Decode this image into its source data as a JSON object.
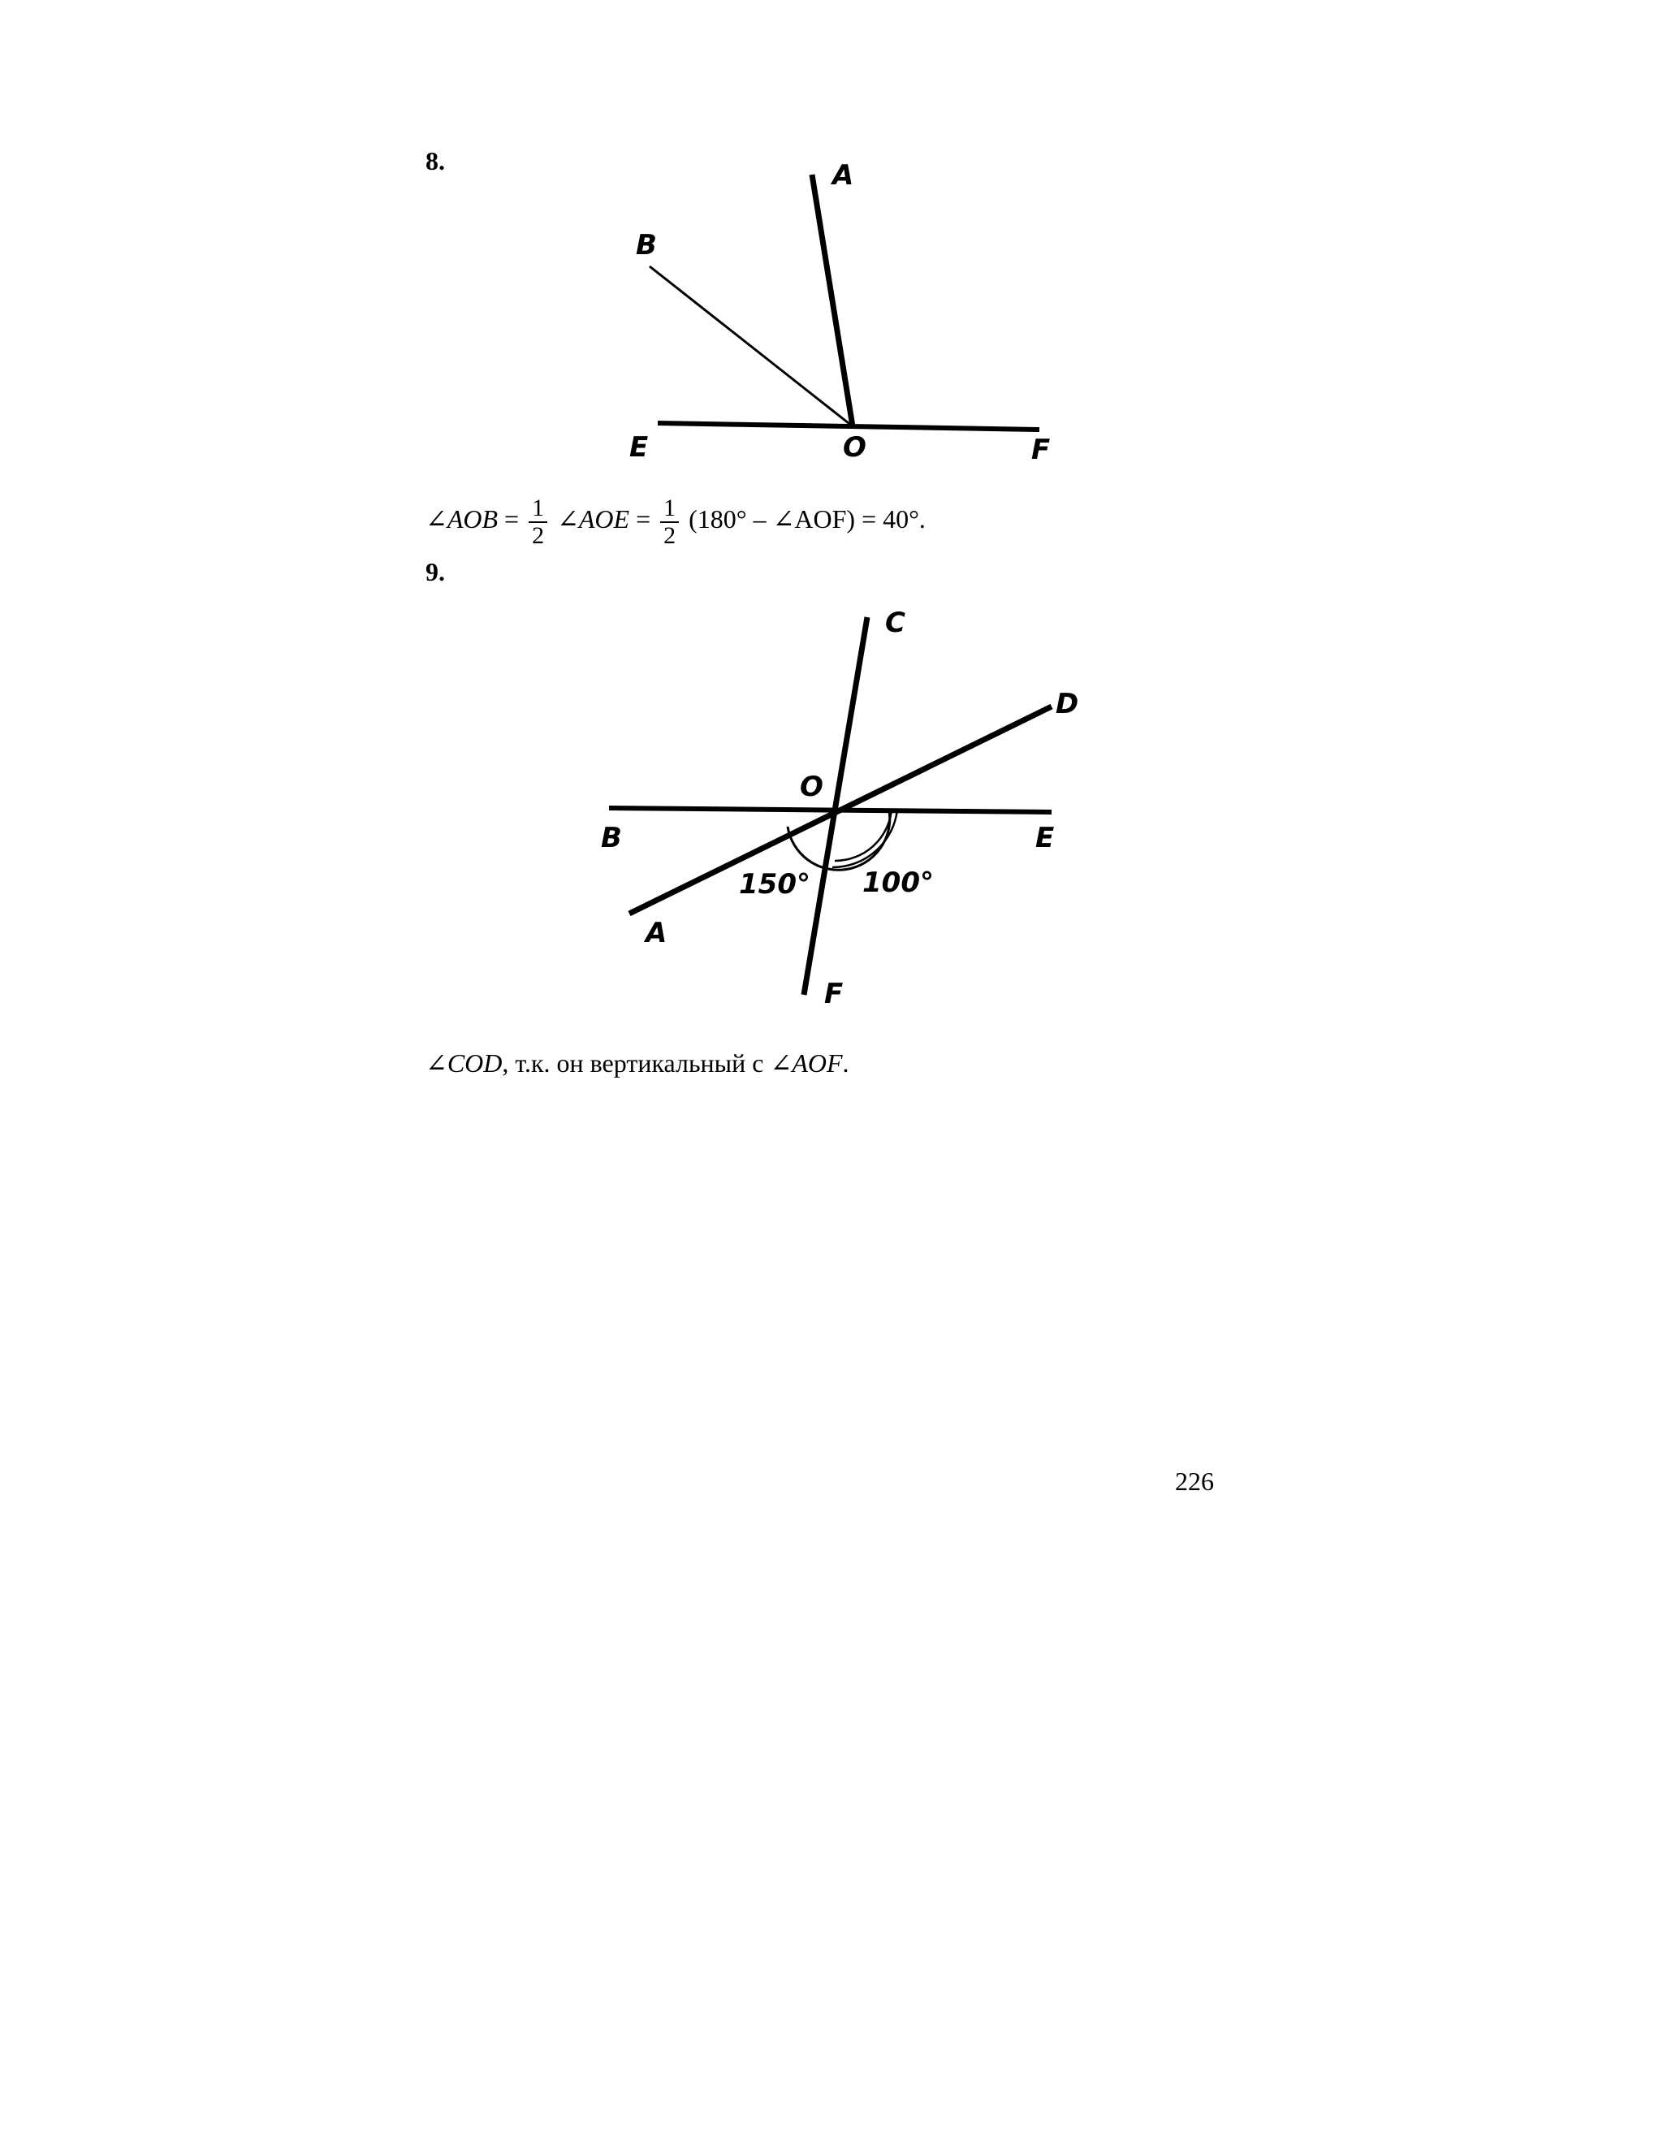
{
  "problem8": {
    "number": "8.",
    "labels": {
      "A": "A",
      "B": "B",
      "E": "E",
      "O": "O",
      "F": "F"
    },
    "formula": {
      "lhs": "∠AOB",
      "eq1": "=",
      "frac1_num": "1",
      "frac1_den": "2",
      "mid": "∠AOE",
      "eq2": "=",
      "frac2_num": "1",
      "frac2_den": "2",
      "rest": "(180° – ∠AOF) = 40°."
    }
  },
  "problem9": {
    "number": "9.",
    "labels": {
      "C": "C",
      "D": "D",
      "O": "O",
      "B": "B",
      "E": "E",
      "A": "A",
      "F": "F"
    },
    "angles": {
      "a150": "150°",
      "a100": "100°"
    },
    "answer": {
      "angle1": "∠COD",
      "text": ", т.к. он вертикальный с ",
      "angle2": "∠AOF",
      "end": "."
    }
  },
  "page_number": "226"
}
